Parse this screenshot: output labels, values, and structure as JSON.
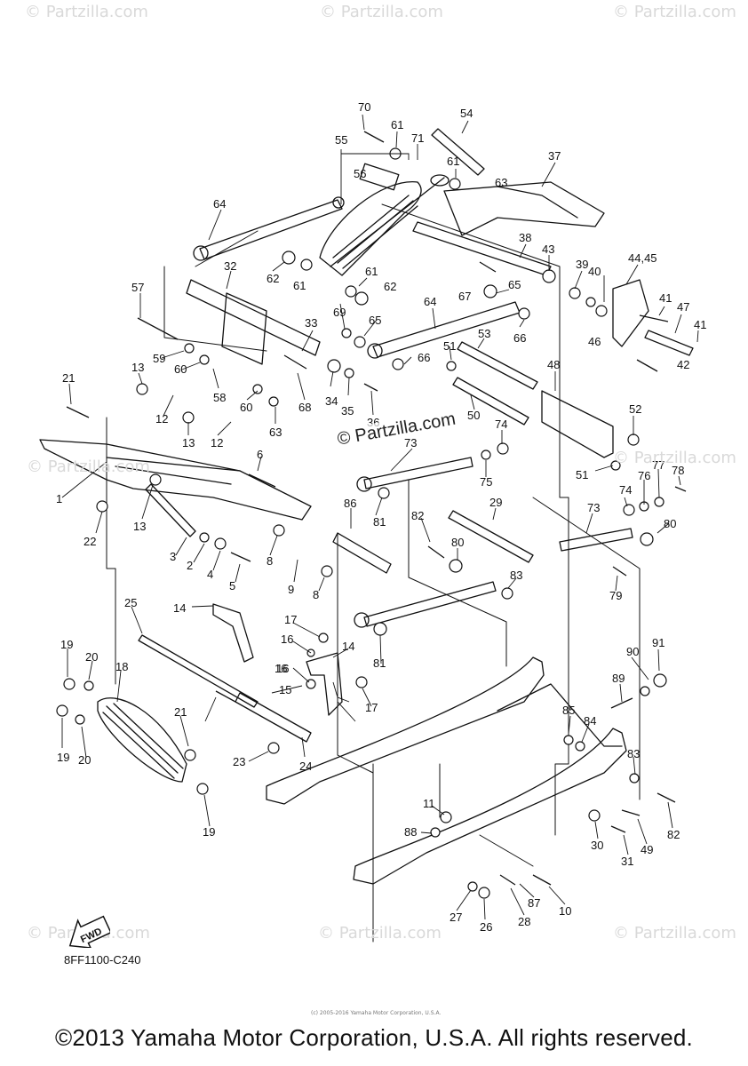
{
  "watermark": "© Partzilla.com",
  "center_watermark": "© Partzilla.com",
  "copyright": "©2013 Yamaha Motor Corporation, U.S.A. All rights reserved.",
  "tiny_notice": "(c) 2005-2016 Yamaha Motor Corporation, U.S.A.",
  "diagram_code": "8FF1100-C240",
  "fwd_label": "FWD",
  "callouts": [
    "70",
    "61",
    "71",
    "54",
    "55",
    "56",
    "61",
    "63",
    "37",
    "64",
    "38",
    "43",
    "39",
    "40",
    "44,45",
    "41",
    "47",
    "41",
    "46",
    "42",
    "62",
    "61",
    "32",
    "61",
    "62",
    "57",
    "67",
    "65",
    "69",
    "65",
    "64",
    "66",
    "66",
    "59",
    "60",
    "33",
    "51",
    "53",
    "48",
    "13",
    "21",
    "58",
    "60",
    "34",
    "35",
    "36",
    "63",
    "68",
    "12",
    "13",
    "12",
    "50",
    "52",
    "1",
    "6",
    "13",
    "74",
    "73",
    "75",
    "22",
    "3",
    "2",
    "4",
    "5",
    "8",
    "9",
    "8",
    "86",
    "81",
    "82",
    "80",
    "29",
    "76",
    "77",
    "78",
    "74",
    "51",
    "73",
    "80",
    "79",
    "83",
    "25",
    "14",
    "17",
    "16",
    "14",
    "16",
    "15",
    "16",
    "17",
    "81",
    "19",
    "20",
    "18",
    "21",
    "19",
    "19",
    "20",
    "23",
    "24",
    "90",
    "91",
    "89",
    "85",
    "84",
    "83",
    "82",
    "11",
    "88",
    "30",
    "31",
    "49",
    "27",
    "26",
    "28",
    "87",
    "10"
  ]
}
